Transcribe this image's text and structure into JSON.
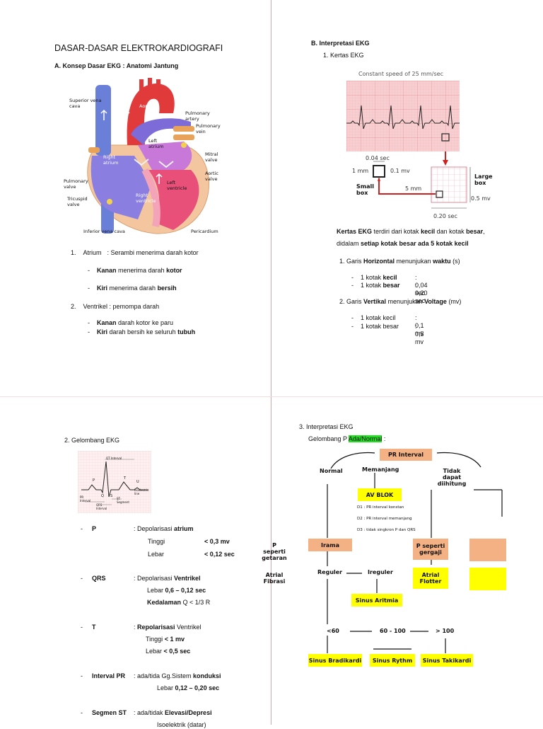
{
  "colors": {
    "page": "#ffffff",
    "divider": "#e8a0a0",
    "ecg_paper": "#f7cfd0",
    "orange_box": "#f4b183",
    "yellow_box": "#ffff00",
    "highlight": "#22dd22",
    "arrow_red": "#d02020"
  },
  "left_top": {
    "title": "DASAR-DASAR ELEKTROKARDIOGRAFI",
    "sec_a": "A.  Konsep Dasar EKG : Anatomi Jantung",
    "heart_labels": {
      "superior_vena_cava": "Superior vena cava",
      "aorta": "Aorta",
      "pulmonary_artery": "Pulmonary artery",
      "pulmonary_vein": "Pulmonary vein",
      "left_atrium": "Left atrium",
      "mitral_valve": "Mitral valve",
      "aortic_valve": "Aortic valve",
      "right_atrium": "Right atrium",
      "pulmonary_valve": "Pulmonary valve",
      "left_ventricle": "Left ventricle",
      "tricuspid_valve": "Tricuspid valve",
      "right_ventricle": "Right ventricle",
      "inferior_vena_cava": "Inferior vena cava",
      "pericardium": "Pericardium"
    },
    "item1_num": "1.",
    "item1_label": "Atrium",
    "item1_desc": ": Serambi menerima darah kotor",
    "item1_sub1_a": "Kanan",
    "item1_sub1_b": " menerima darah ",
    "item1_sub1_c": "kotor",
    "item1_sub2_a": "Kiri",
    "item1_sub2_b": " menerima darah ",
    "item1_sub2_c": "bersih",
    "item2_num": "2.",
    "item2_text": "Ventrikel : pemompa darah",
    "item2_sub1_a": "Kanan",
    "item2_sub1_b": " darah kotor ke paru",
    "item2_sub2_a": "Kiri",
    "item2_sub2_b": " darah bersih ke seluruh ",
    "item2_sub2_c": "tubuh"
  },
  "right_top": {
    "sec_b": "B.  Interpretasi EKG",
    "sub1": "1.     Kertas EKG",
    "ecg_caption": "Constant speed of 25 mm/sec",
    "small_box_top": "0.04 sec",
    "small_box_left": "1 mm",
    "small_box_right": "0.1 mv",
    "small_box_label": "Small box",
    "five_mm": "5 mm",
    "large_box_label": "Large box",
    "large_box_right": "0.5 mv",
    "large_box_bottom": "0.20 sec",
    "p1_a": "Kertas EKG",
    "p1_b": " terdiri dari kotak ",
    "p1_c": "kecil",
    "p1_d": " dan kotak ",
    "p1_e": "besar",
    "p1_f": ",",
    "p2_a": "didalam ",
    "p2_b": "setiap kotak besar ada 5 kotak kecil",
    "g1_a": "1.    Garis ",
    "g1_b": "Horizontal",
    "g1_c": " menunjukan ",
    "g1_d": "waktu",
    "g1_e": " (s)",
    "g1_l1_a": "1 kotak ",
    "g1_l1_b": "kecil",
    "g1_l1_c": ": 0,04 sec",
    "g1_l2_a": "1 kotak ",
    "g1_l2_b": "besar",
    "g1_l2_c": ": 0,20 sec",
    "g2_a": "2.    Garis ",
    "g2_b": "Vertikal",
    "g2_c": " menunjukan ",
    "g2_d": "Voltage",
    "g2_e": " (mv)",
    "g2_l1_a": "1 kotak kecil",
    "g2_l1_c": ": 0,1 mv",
    "g2_l2_a": "1 kotak besar",
    "g2_l2_c": ": 0,5 mv"
  },
  "left_bottom": {
    "sub2": "2.      Gelombang EKG",
    "wave_labels": {
      "qt": "QT Interval",
      "p": "P",
      "q": "Q",
      "s": "S",
      "t": "T",
      "u": "U",
      "iso": "Isoelectric line",
      "pr": "PR Interval",
      "qrs": "QRS Interval",
      "st": "ST Segment"
    },
    "p_name": "P",
    "p_desc_a": ": Depolarisasi ",
    "p_desc_b": "atrium",
    "p_tinggi": "Tinggi",
    "p_tinggi_v": "< 0,3 mv",
    "p_lebar": "Lebar",
    "p_lebar_v": "< 0,12 sec",
    "qrs_name": "QRS",
    "qrs_desc_a": ": Depolarisasi ",
    "qrs_desc_b": "Ventrikel",
    "qrs_l1_a": "Lebar ",
    "qrs_l1_b": "0,6 – 0,12 sec",
    "qrs_l2_a": "Kedalaman",
    "qrs_l2_b": " Q < 1/3 R",
    "t_name": "T",
    "t_desc_a": ": ",
    "t_desc_b": "Repolarisasi",
    "t_desc_c": " Ventrikel",
    "t_l1_a": "Tinggi ",
    "t_l1_b": "< 1 mv",
    "t_l2_a": "Lebar ",
    "t_l2_b": "< 0,5 sec",
    "pr_name": "Interval PR",
    "pr_desc_a": ": ada/tida Gg.Sistem ",
    "pr_desc_b": "konduksi",
    "pr_l1_a": "Lebar ",
    "pr_l1_b": "0,12 – 0,20 sec",
    "st_name": "Segmen ST",
    "st_desc_a": ": ada/tidak ",
    "st_desc_b": "Elevasi/Depresi",
    "st_l1": "Isoelektrik (datar)"
  },
  "right_bottom": {
    "sub3": "3. Interpretasi EKG",
    "gp_a": "Gelombang P ",
    "gp_b": "Ada/Normal",
    "gp_c": " :",
    "pr_interval": "PR Interval",
    "normal": "Normal",
    "memanjang": "Memanjang",
    "tidak_dapat": "Tidak dapat diihitung",
    "av_blok": "AV BLOK",
    "d1": "D1 : PR interval konstan",
    "d2": "D2 : PR interval memanjang",
    "d3": "D3 : tidak singkron P dan QRS",
    "p_getaran": "P seperti getaran",
    "irama": "Irama",
    "p_gergaji": "P seperti gergaji",
    "reguler": "Reguler",
    "ireguler": "Ireguler",
    "atrial_fibrasi": "Atrial Fibrasi",
    "atrial_flotter": "Atrial Flotter",
    "sinus_aritmia": "Sinus Aritmia",
    "lt60": "<60",
    "r60100": "60 - 100",
    "gt100": "> 100",
    "sinus_brady": "Sinus Bradikardi",
    "sinus_rythm": "Sinus Rythm",
    "sinus_taki": "Sinus Takikardi"
  }
}
